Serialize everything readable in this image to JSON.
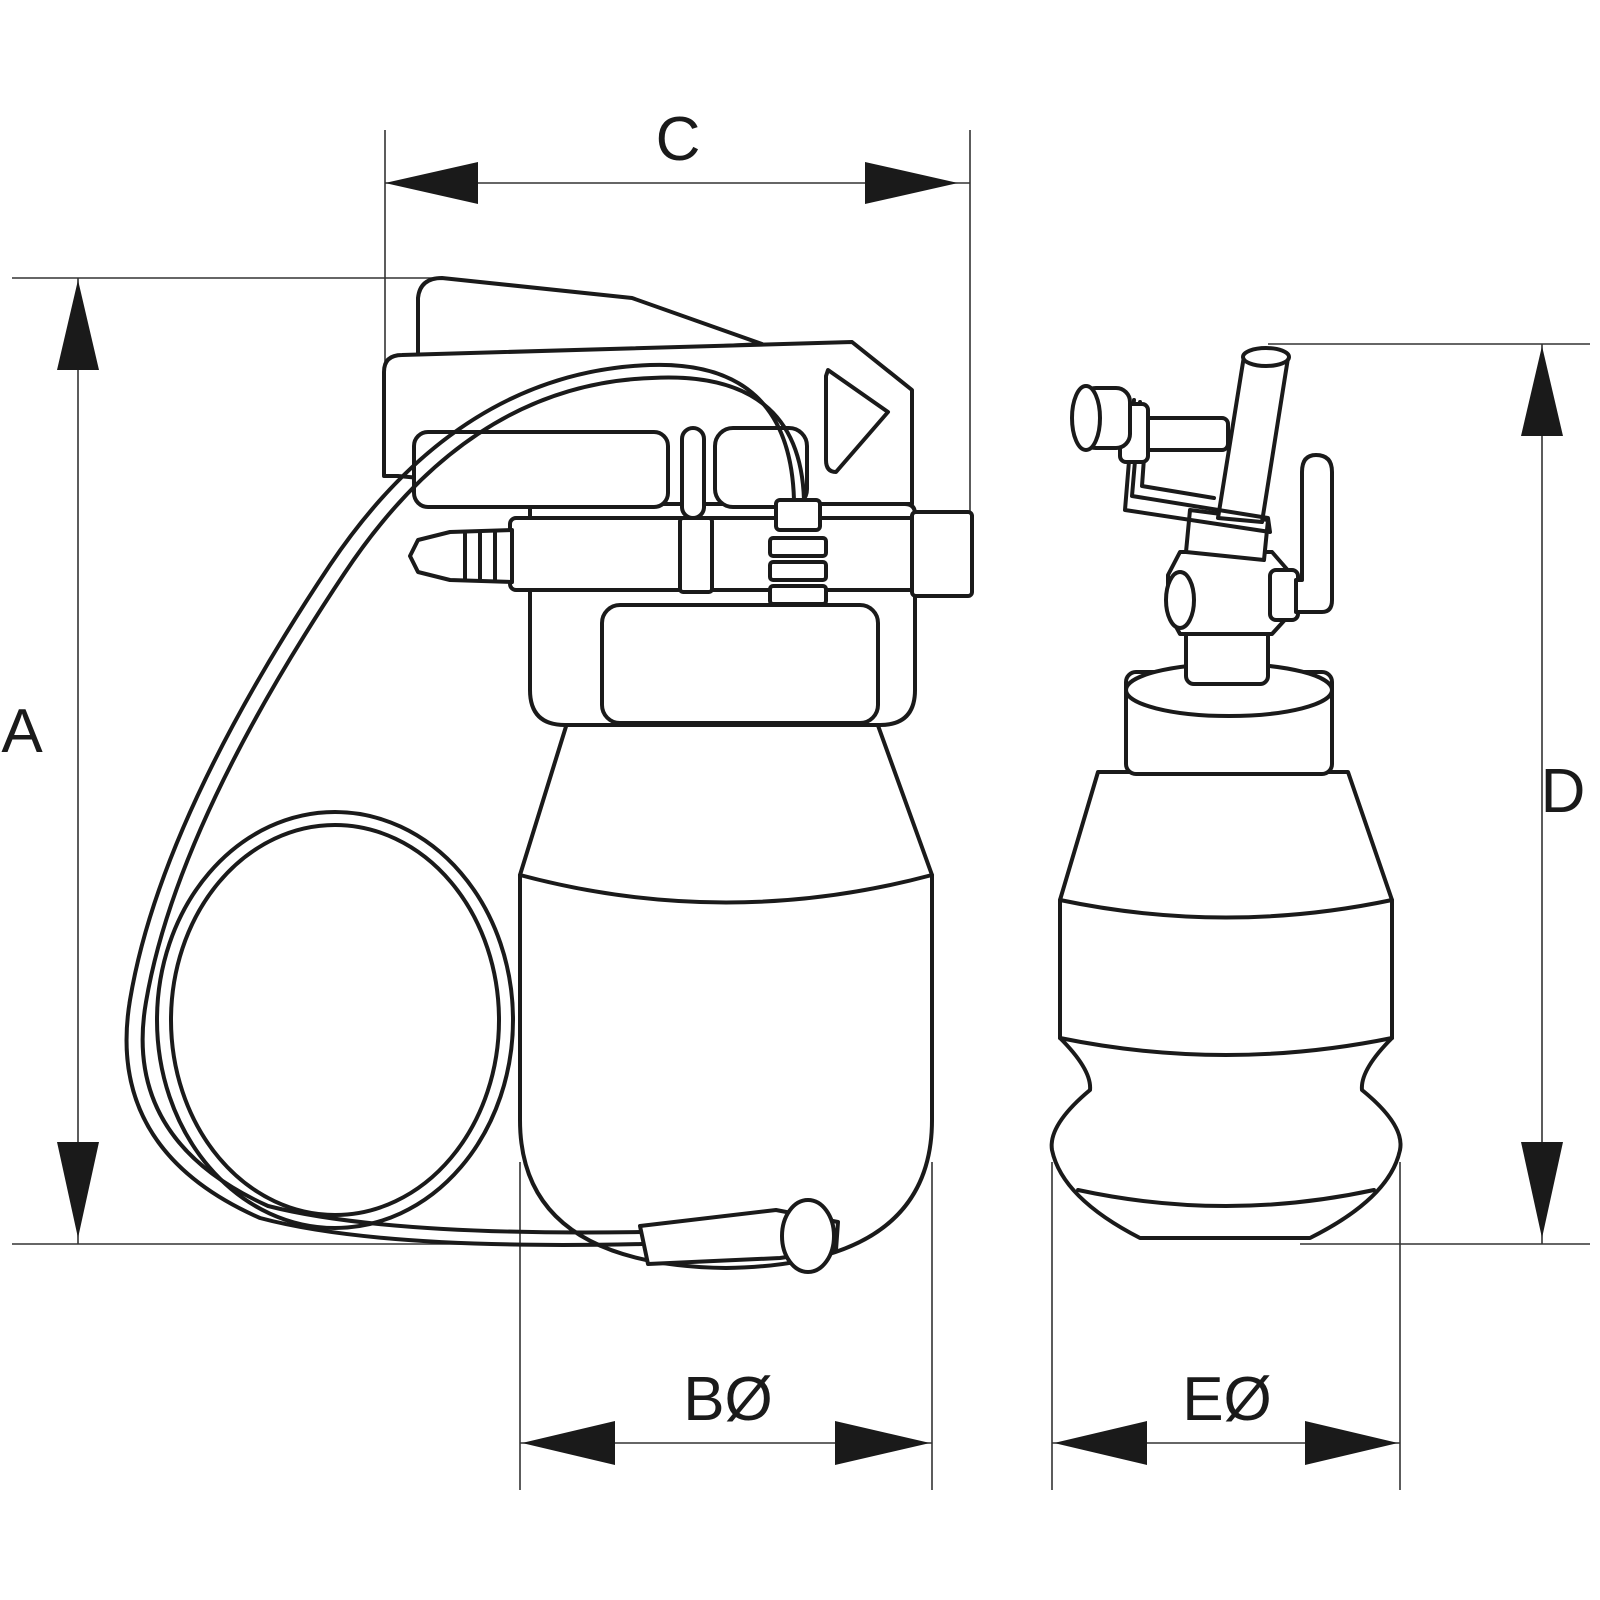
{
  "dimensions": {
    "A": "A",
    "B": "BØ",
    "C": "C",
    "D": "D",
    "E": "EØ"
  },
  "colors": {
    "line": "#1a1a1a",
    "background": "#ffffff"
  }
}
